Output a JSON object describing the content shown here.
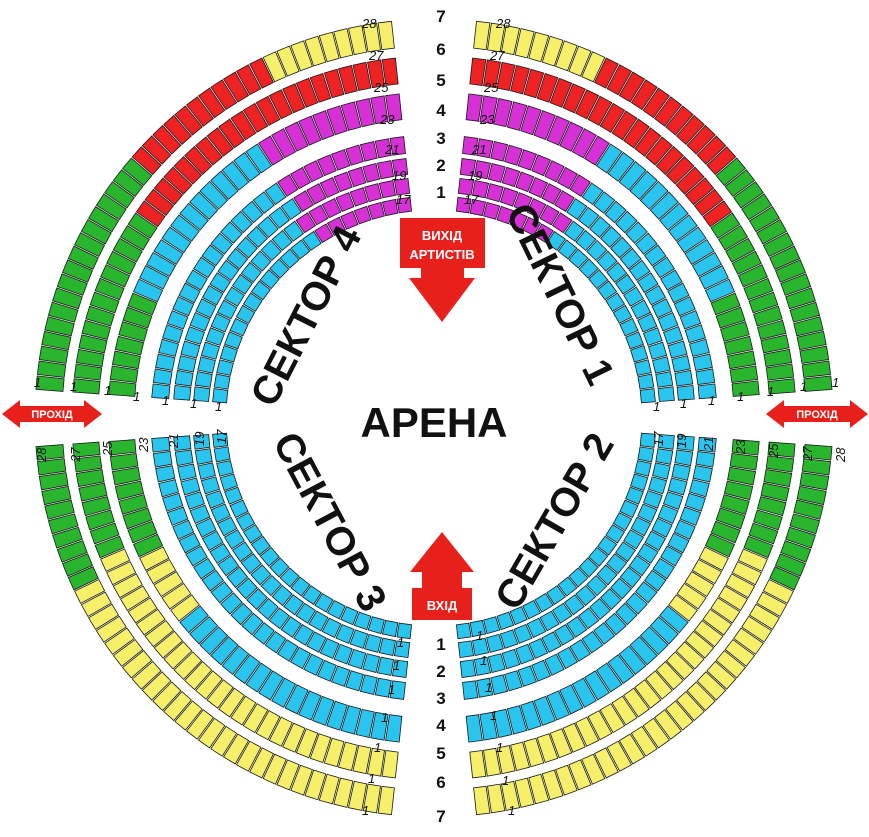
{
  "arena_label": "АРЕНА",
  "sectors": [
    {
      "id": 1,
      "label": "СЕКТОР 1"
    },
    {
      "id": 2,
      "label": "СЕКТОР 2"
    },
    {
      "id": 3,
      "label": "СЕКТОР 3"
    },
    {
      "id": 4,
      "label": "СЕКТОР 4"
    }
  ],
  "signs": {
    "artists_exit_line1": "ВИХІД",
    "artists_exit_line2": "АРТИСТІВ",
    "entrance": "ВХІД",
    "passage_left": "ПРОХІД",
    "passage_right": "ПРОХІД"
  },
  "center_rows_top": [
    "7",
    "6",
    "5",
    "4",
    "3",
    "2",
    "1"
  ],
  "center_rows_bottom": [
    "1",
    "2",
    "3",
    "4",
    "5",
    "6",
    "7"
  ],
  "row_labels": {
    "top": [
      "28",
      "27",
      "25",
      "23",
      "21",
      "19",
      "17"
    ],
    "side": [
      "1",
      "1",
      "1",
      "1",
      "1",
      "1",
      "1"
    ],
    "horizontal_left": [
      "28",
      "27",
      "25",
      "23",
      "21",
      "19",
      "17"
    ],
    "horizontal_right": [
      "17",
      "19",
      "21",
      "23",
      "25",
      "27",
      "28"
    ]
  },
  "colors": {
    "cyan": "#29c5ef",
    "magenta": "#d630d6",
    "red": "#ee2222",
    "yellow": "#f5ef6a",
    "green": "#2ab52f",
    "arrow": "#e8201c"
  },
  "rings_note_colors_by_sector": {
    "sector1": [
      "cyan",
      "cyan",
      "cyan",
      "cyan",
      "cyan/green",
      "red/green",
      "yellow/red/green"
    ],
    "sector2": [
      "cyan",
      "cyan",
      "cyan",
      "cyan",
      "cyan/green/yellow",
      "yellow/green",
      "yellow/green"
    ],
    "sector3": [
      "cyan",
      "cyan",
      "cyan",
      "cyan",
      "cyan/green/yellow",
      "yellow/green",
      "yellow/green"
    ],
    "sector4": [
      "cyan",
      "cyan",
      "cyan",
      "cyan",
      "cyan/green",
      "red/green",
      "yellow/red/green"
    ]
  }
}
